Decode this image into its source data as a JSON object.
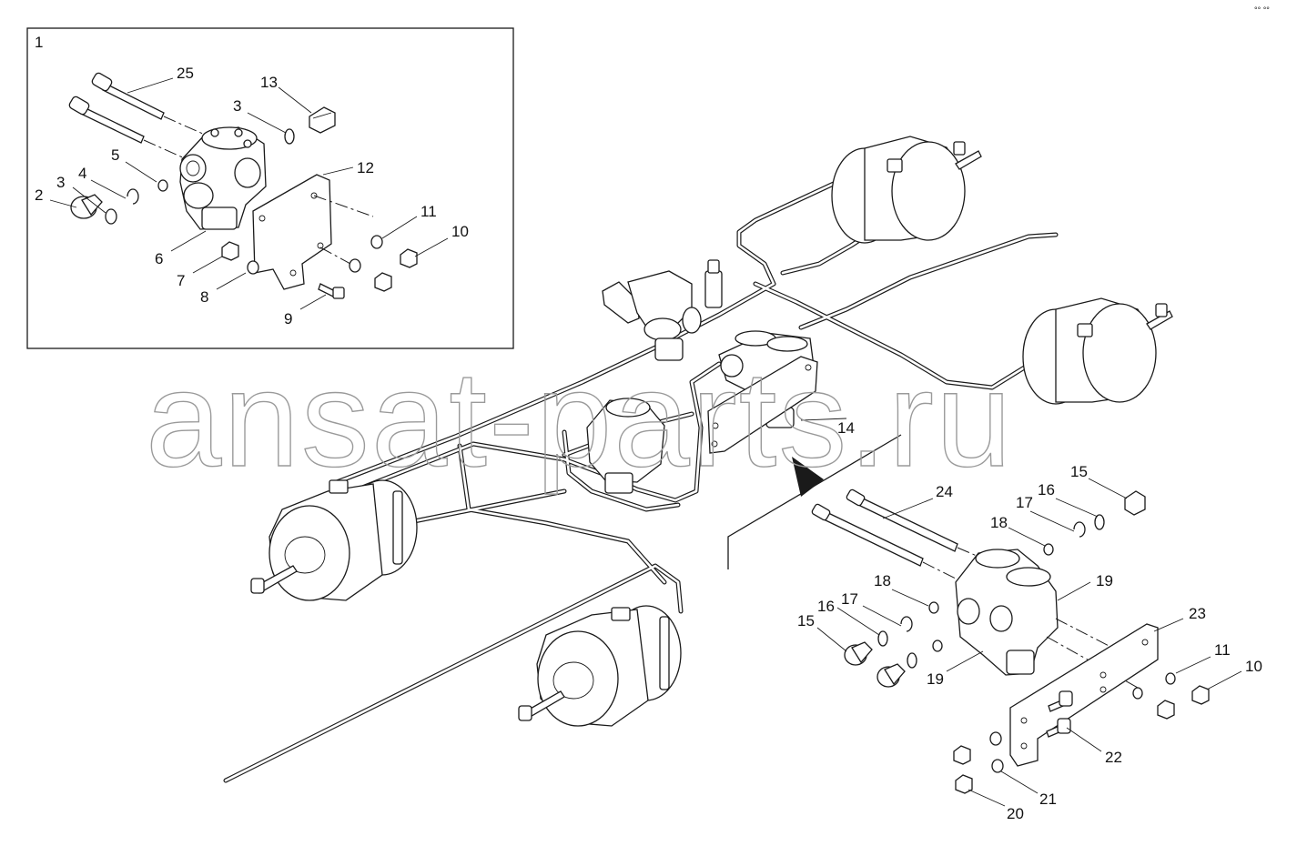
{
  "diagram": {
    "inset_label": "1",
    "watermark": "ansat-parts.ru",
    "corner_mark": "°° °°",
    "callouts": {
      "c25": "25",
      "c13": "13",
      "c3a": "3",
      "c5": "5",
      "c4": "4",
      "c3b": "3",
      "c2": "2",
      "c12": "12",
      "c11a": "11",
      "c10a": "10",
      "c6": "6",
      "c7": "7",
      "c8": "8",
      "c9": "9",
      "c14": "14",
      "c24": "24",
      "c15a": "15",
      "c16a": "16",
      "c17a": "17",
      "c18a": "18",
      "c19a": "19",
      "c18b": "18",
      "c17b": "17",
      "c16b": "16",
      "c15b": "15",
      "c19b": "19",
      "c23": "23",
      "c11b": "11",
      "c10b": "10",
      "c22": "22",
      "c21": "21",
      "c20": "20"
    }
  }
}
